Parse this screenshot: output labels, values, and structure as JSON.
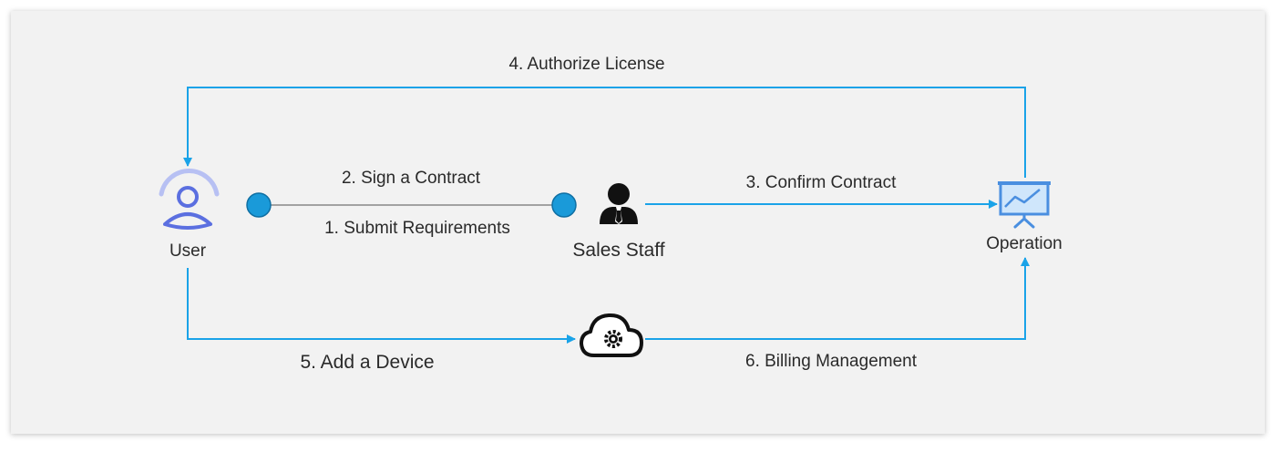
{
  "nodes": {
    "user": "User",
    "sales_staff": "Sales Staff",
    "operation": "Operation"
  },
  "edges": {
    "submit_requirements": "1. Submit Requirements",
    "sign_contract": "2. Sign a Contract",
    "confirm_contract": "3. Confirm Contract",
    "authorize_license": "4. Authorize License",
    "add_device": "5. Add a Device",
    "billing_management": "6. Billing Management"
  },
  "colors": {
    "flow_line": "#1aa3e8",
    "connector": "#1a9ad9",
    "user_icon": "#5b6fe0",
    "operation_icon": "#4a8fe0"
  },
  "icons": {
    "user": "user-icon",
    "sales_staff": "sales-staff-icon",
    "operation": "presentation-board-icon",
    "cloud": "cloud-gear-icon"
  }
}
